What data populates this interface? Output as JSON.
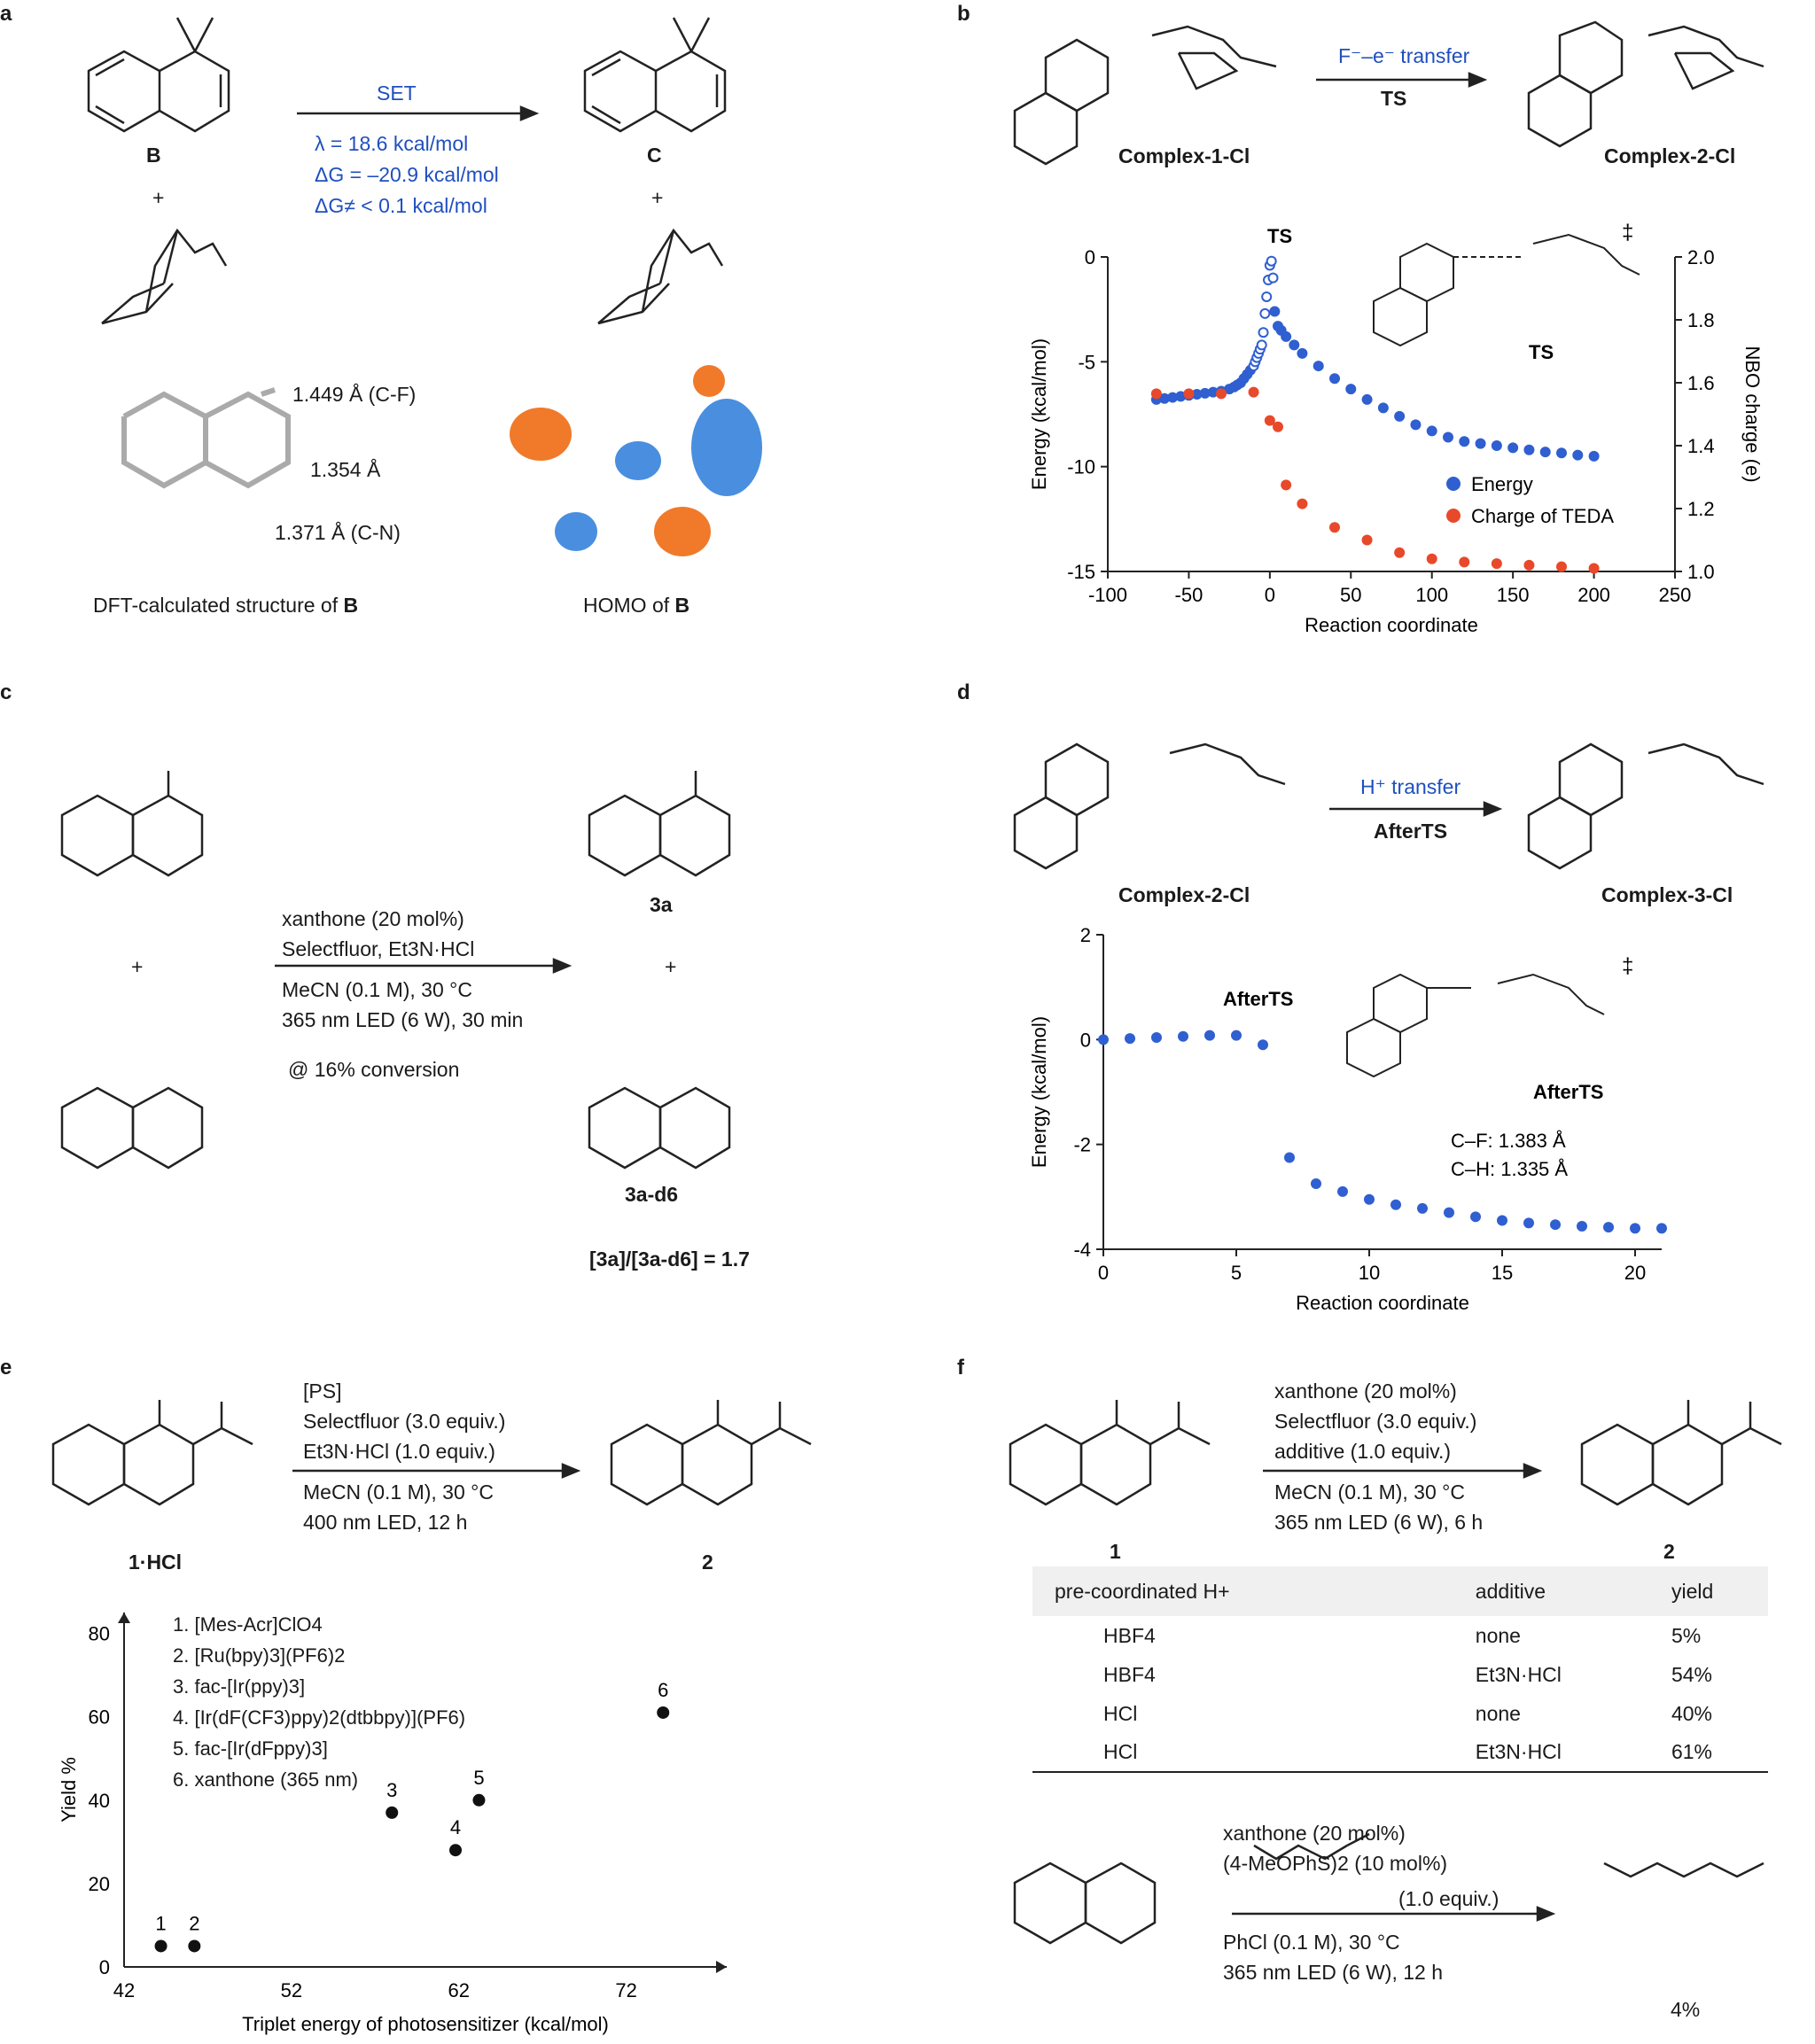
{
  "panels": {
    "a": "a",
    "b": "b",
    "c": "c",
    "d": "d",
    "e": "e",
    "f": "f"
  },
  "panel_a": {
    "set": "SET",
    "lambda": "λ = 18.6 kcal/mol",
    "dG": "ΔG = –20.9 kcal/mol",
    "dGts": "ΔG≠ < 0.1 kcal/mol",
    "label_B": "B",
    "label_C": "C",
    "plus": "+",
    "cf": "1.449 Å (C-F)",
    "mid": "1.354 Å",
    "cn": "1.371 Å (C-N)",
    "dft_caption": "DFT-calculated structure of",
    "homo_caption": "HOMO of",
    "bold_B": "B"
  },
  "panel_b": {
    "arrow_top": "F⁻–e⁻ transfer",
    "arrow_bottom": "TS",
    "complex1": "Complex-1-Cl",
    "complex2": "Complex-2-Cl",
    "inset_ts": "TS",
    "dagger": "‡"
  },
  "panel_c": {
    "c1": "xanthone (20 mol%)",
    "c2": "Selectfluor, Et3N·HCl",
    "c3": "MeCN (0.1 M), 30 °C",
    "c4": "365 nm LED (6 W), 30 min",
    "c5": "@ 16% conversion",
    "p1": "3a",
    "p2": "3a-d6",
    "ratio": "[3a]/[3a-d6] = 1.7",
    "plus": "+"
  },
  "panel_d": {
    "arrow_top": "H⁺ transfer",
    "arrow_bottom": "AfterTS",
    "complex2": "Complex-2-Cl",
    "complex3": "Complex-3-Cl",
    "inset": "AfterTS",
    "cf": "C–F: 1.383 Å",
    "ch": "C–H: 1.335 Å",
    "dagger": "‡"
  },
  "panel_e": {
    "c1": "[PS]",
    "c2": "Selectfluor (3.0 equiv.)",
    "c3": "Et3N·HCl (1.0 equiv.)",
    "c4": "MeCN (0.1 M), 30 °C",
    "c5": "400 nm LED, 12 h",
    "sm": "1·HCl",
    "prod": "2",
    "legend": [
      "1. [Mes-Acr]ClO4",
      "2. [Ru(bpy)3](PF6)2",
      "3. fac-[Ir(ppy)3]",
      "4. [Ir(dF(CF3)ppy)2(dtbbpy)](PF6)",
      "5. fac-[Ir(dFppy)3]",
      "6. xanthone (365 nm)"
    ]
  },
  "panel_f": {
    "c1": "xanthone (20 mol%)",
    "c2": "Selectfluor (3.0 equiv.)",
    "c3": "additive (1.0 equiv.)",
    "c4": "MeCN (0.1 M), 30 °C",
    "c5": "365 nm LED (6 W), 6 h",
    "sm": "1",
    "prod": "2",
    "table": {
      "headers": [
        "pre-coordinated H+",
        "additive",
        "yield"
      ],
      "rows": [
        [
          "HBF4",
          "none",
          "5%"
        ],
        [
          "HBF4",
          "Et3N·HCl",
          "54%"
        ],
        [
          "HCl",
          "none",
          "40%"
        ],
        [
          "HCl",
          "Et3N·HCl",
          "61%"
        ]
      ]
    },
    "b1": "xanthone (20 mol%)",
    "b2": "(4-MeOPhS)2 (10 mol%)",
    "b3": "(1.0 equiv.)",
    "b4": "PhCl (0.1 M), 30 °C",
    "b5": "365 nm LED (6 W), 12 h",
    "yield": "4%"
  },
  "chart_data": [
    {
      "type": "scatter",
      "title": "",
      "xlabel": "Reaction coordinate",
      "ylabel": "Energy (kcal/mol)",
      "y2label": "NBO charge (e)",
      "xlim": [
        -100,
        250
      ],
      "ylim": [
        -15,
        0
      ],
      "y2lim": [
        1.0,
        2.0
      ],
      "x_ticks": [
        -100,
        -50,
        0,
        50,
        100,
        150,
        200,
        250
      ],
      "y_ticks": [
        0,
        -5,
        -10,
        -15
      ],
      "y2_ticks": [
        1.0,
        1.2,
        1.4,
        1.6,
        1.8,
        2.0
      ],
      "legend_position": "bottom-right",
      "series": [
        {
          "name": "Energy",
          "color": "#2f5fd0",
          "x": [
            -70,
            -65,
            -60,
            -55,
            -50,
            -45,
            -40,
            -35,
            -30,
            -25,
            -22,
            -20,
            -18,
            -16,
            -14,
            -12,
            -10,
            -9,
            -8,
            -7,
            -6,
            -5,
            -4,
            -3,
            -2,
            -1,
            0,
            1,
            2,
            3,
            5,
            7,
            10,
            15,
            20,
            30,
            40,
            50,
            60,
            70,
            80,
            90,
            100,
            110,
            120,
            130,
            140,
            150,
            160,
            170,
            180,
            190,
            200
          ],
          "y": [
            -6.8,
            -6.75,
            -6.7,
            -6.65,
            -6.6,
            -6.55,
            -6.5,
            -6.45,
            -6.4,
            -6.3,
            -6.2,
            -6.1,
            -6.0,
            -5.8,
            -5.6,
            -5.4,
            -5.2,
            -5.0,
            -4.8,
            -4.6,
            -4.4,
            -4.2,
            -3.6,
            -2.7,
            -1.9,
            -1.1,
            -0.4,
            -0.2,
            -1.0,
            -2.6,
            -3.3,
            -3.5,
            -3.8,
            -4.2,
            -4.6,
            -5.2,
            -5.8,
            -6.3,
            -6.8,
            -7.2,
            -7.6,
            -8.0,
            -8.3,
            -8.6,
            -8.8,
            -8.9,
            -9.0,
            -9.1,
            -9.2,
            -9.3,
            -9.35,
            -9.45,
            -9.5
          ]
        },
        {
          "name": "Charge of TEDA",
          "color": "#e8492a",
          "x": [
            -70,
            -50,
            -30,
            -10,
            0,
            5,
            10,
            20,
            40,
            60,
            80,
            100,
            120,
            140,
            160,
            180,
            200
          ],
          "y2": [
            1.565,
            1.565,
            1.565,
            1.57,
            1.48,
            1.46,
            1.275,
            1.215,
            1.14,
            1.1,
            1.06,
            1.04,
            1.03,
            1.025,
            1.02,
            1.015,
            1.01
          ]
        }
      ]
    },
    {
      "type": "scatter",
      "title": "",
      "xlabel": "Reaction coordinate",
      "ylabel": "Energy (kcal/mol)",
      "xlim": [
        0,
        21
      ],
      "ylim": [
        -4,
        2
      ],
      "x_ticks": [
        0,
        5,
        10,
        15,
        20
      ],
      "y_ticks": [
        2,
        0,
        -2,
        -4
      ],
      "series": [
        {
          "name": "",
          "color": "#2f5fd0",
          "x": [
            0,
            1,
            2,
            3,
            4,
            5,
            6,
            7,
            8,
            9,
            10,
            11,
            12,
            13,
            14,
            15,
            16,
            17,
            18,
            19,
            20,
            21
          ],
          "y": [
            0,
            0.02,
            0.04,
            0.06,
            0.08,
            0.08,
            -0.1,
            -2.25,
            -2.75,
            -2.9,
            -3.05,
            -3.15,
            -3.22,
            -3.3,
            -3.38,
            -3.45,
            -3.5,
            -3.53,
            -3.56,
            -3.58,
            -3.6,
            -3.6
          ]
        }
      ]
    },
    {
      "type": "scatter",
      "title": "",
      "xlabel": "Triplet energy of photosensitizer (kcal/mol)",
      "ylabel": "Yield %",
      "xlim": [
        42,
        78
      ],
      "ylim": [
        0,
        85
      ],
      "x_ticks": [
        42,
        52,
        62,
        72
      ],
      "y_ticks": [
        0,
        20,
        40,
        60,
        80
      ],
      "series": [
        {
          "name": "",
          "color": "#111111",
          "x": [
            44.2,
            46.2,
            58.0,
            61.8,
            63.2,
            74.2
          ],
          "y": [
            5,
            5,
            37,
            28,
            40,
            61
          ],
          "labels": [
            "1",
            "2",
            "3",
            "4",
            "5",
            "6"
          ]
        }
      ]
    }
  ]
}
